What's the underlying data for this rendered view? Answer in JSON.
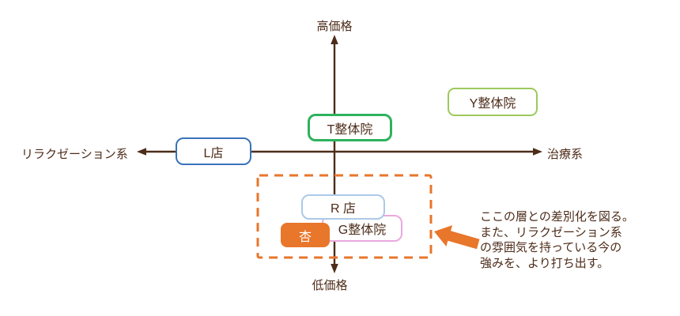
{
  "title": "positioning map",
  "colors": {
    "ink_brown": "#4d2c19",
    "orange": "#e8762b",
    "green_dark": "#2eb25e",
    "green_light": "#9cc85c",
    "blue": "#3a72b8",
    "blue_light": "#abc9e8",
    "pink": "#eaa9de",
    "background": "#ffffff"
  },
  "axes": {
    "top_label": "高価格",
    "bottom_label": "低価格",
    "left_label": "リラクゼーション系",
    "right_label": "治療系"
  },
  "boxes": {
    "y": {
      "label": "Y整体院"
    },
    "t": {
      "label": "T整体院"
    },
    "l": {
      "label": "L店"
    },
    "r": {
      "label": "R 店"
    },
    "g": {
      "label": "G整体院"
    },
    "anzu": {
      "label": "杏"
    }
  },
  "annotation": {
    "lines": [
      "ここの層との差別化を図る。",
      "また、リラクゼーション系",
      "の雰囲気を持っている今の",
      "強みを、より打ち出す。"
    ]
  },
  "icons": {
    "annotation_arrow": "thick-orange-arrow-pointing-left",
    "dashed_box": "orange-dashed-emphasis-rectangle"
  }
}
